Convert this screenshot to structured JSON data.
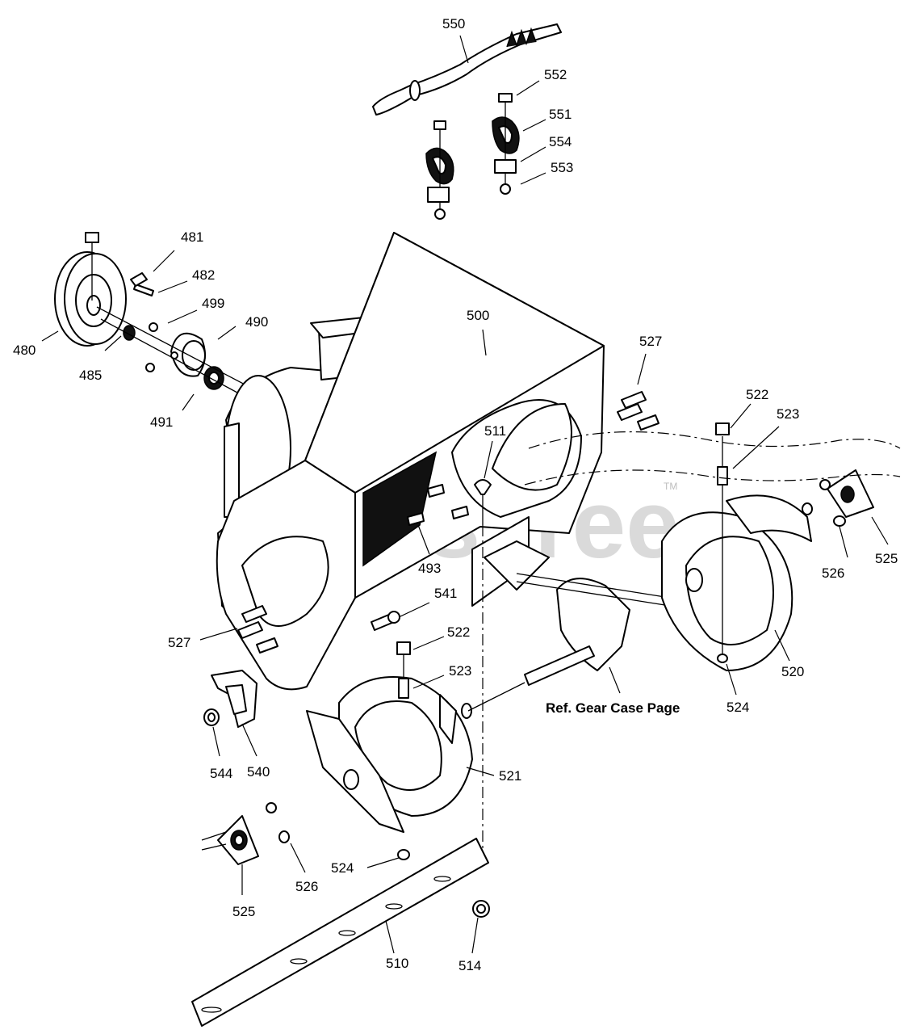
{
  "watermark": {
    "text": "PartsTree",
    "tm": "TM"
  },
  "reference_note": "Ref. Gear Case Page",
  "callouts": {
    "c550": "550",
    "c552": "552",
    "c551": "551",
    "c554": "554",
    "c553": "553",
    "c481": "481",
    "c482": "482",
    "c499": "499",
    "c490": "490",
    "c480": "480",
    "c485": "485",
    "c491": "491",
    "c500": "500",
    "c527a": "527",
    "c522a": "522",
    "c523a": "523",
    "c511": "511",
    "c493": "493",
    "c541": "541",
    "c522b": "522",
    "c523b": "523",
    "c527b": "527",
    "c525a": "525",
    "c526a": "526",
    "c520": "520",
    "c524a": "524",
    "c521": "521",
    "c544": "544",
    "c540": "540",
    "c525b": "525",
    "c526b": "526",
    "c524b": "524",
    "c510": "510",
    "c514": "514"
  }
}
